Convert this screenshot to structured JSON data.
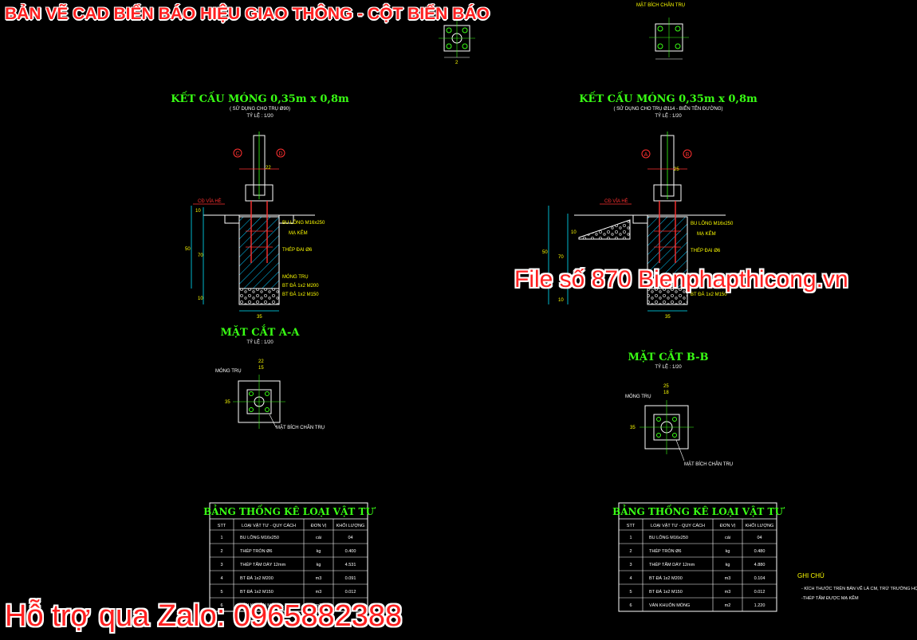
{
  "overlays": {
    "title": "BẢN VẼ CAD BIỂN BÁO HIỆU GIAO THÔNG - CỘT BIỂN BÁO",
    "file_tag": "File số 870   Bienphapthicong.vn",
    "zalo": "Hỗ trợ qua Zalo: 0965882388"
  },
  "top_detail": {
    "title": "MẶT BÍCH CHÂN TRỤ",
    "dim_label": "2"
  },
  "left": {
    "title": "KẾT CẤU MÓNG 0,35m x 0,8m",
    "subtitle": "( SỬ DỤNG CHO TRỤ Ø90)",
    "scale": "TỶ LỆ : 1/20",
    "section_marker_left": "C",
    "section_marker_right": "D",
    "grade_label": "CĐ VỈA HÈ",
    "dims": {
      "top": "22",
      "d1": "10",
      "d2": "50",
      "d3": "70",
      "d4": "10",
      "bottom": "35"
    },
    "labels": [
      "BU LÔNG M16x250",
      "MẠ KẼM",
      "THÉP ĐAI Ø6",
      "MÓNG TRỤ",
      "BT ĐÁ 1x2 M200",
      "BT ĐÁ 1x2 M150"
    ]
  },
  "right": {
    "title": "KẾT CẤU MÓNG 0,35m x 0,8m",
    "subtitle": "( SỬ DỤNG CHO TRỤ Ø114 - BIỂN TÊN ĐƯỜNG)",
    "scale": "TỶ LỆ : 1/20",
    "section_marker_left": "A",
    "section_marker_right": "B",
    "grade_label": "CĐ VỈA HÈ",
    "dims": {
      "top": "25",
      "d1": "10",
      "d2": "50",
      "d3": "70",
      "d4": "10",
      "bottom": "35"
    },
    "labels": [
      "BU LÔNG M16x250",
      "MẠ KẼM",
      "THÉP ĐAI Ø6",
      "BT ĐÁ 1x2 M150"
    ]
  },
  "section_a": {
    "title": "MẶT CẮT A-A",
    "scale": "TỶ LỆ : 1/20",
    "label_top": "MÓNG TRỤ",
    "label_bottom": "MẶT BÍCH CHÂN TRỤ",
    "dims": [
      "22",
      "15",
      "35"
    ]
  },
  "section_b": {
    "title": "MẶT CẮT B-B",
    "scale": "TỶ LỆ : 1/20",
    "label_top": "MÓNG TRỤ",
    "label_bottom": "MẶT BÍCH CHÂN TRỤ",
    "dims": [
      "25",
      "18",
      "35"
    ]
  },
  "table_left": {
    "title": "BẢNG THỐNG KÊ LOẠI VẬT TƯ",
    "headers": [
      "STT",
      "LOẠI VẬT TƯ - QUY CÁCH",
      "ĐƠN VỊ",
      "KHỐI LƯỢNG"
    ],
    "rows": [
      [
        "1",
        "BU LÔNG M16x250",
        "cái",
        "04"
      ],
      [
        "2",
        "THÉP TRÒN Ø6",
        "kg",
        "0.400"
      ],
      [
        "3",
        "THÉP TẤM DÀY 12mm",
        "kg",
        "4.531"
      ],
      [
        "4",
        "BT ĐÁ 1x2 M200",
        "m3",
        "0.091"
      ],
      [
        "5",
        "BT ĐÁ 1x2 M150",
        "m3",
        "0.012"
      ],
      [
        "6",
        "VÁN KHUÔN MÓNG",
        "m2",
        ""
      ]
    ]
  },
  "table_right": {
    "title": "BẢNG THỐNG KÊ LOẠI VẬT TƯ",
    "headers": [
      "STT",
      "LOẠI VẬT TƯ - QUY CÁCH",
      "ĐƠN VỊ",
      "KHỐI LƯỢNG"
    ],
    "rows": [
      [
        "1",
        "BU LÔNG M16x250",
        "cái",
        "04"
      ],
      [
        "2",
        "THÉP TRÒN Ø6",
        "kg",
        "0.480"
      ],
      [
        "3",
        "THÉP TẤM DÀY 12mm",
        "kg",
        "4.880"
      ],
      [
        "4",
        "BT ĐÁ 1x2 M200",
        "m3",
        "0.104"
      ],
      [
        "5",
        "BT ĐÁ 1x2 M150",
        "m3",
        "0.012"
      ],
      [
        "6",
        "VÁN KHUÔN MÓNG",
        "m2",
        "1.220"
      ]
    ]
  },
  "notes": {
    "title": "GHI CHÚ",
    "lines": [
      "- KÍCH THƯỚC TRÊN BẢN VẼ LÀ CM, TRỪ TRƯỜNG HỢP GHI CHÚ",
      "-THÉP TẤM ĐƯỢC MẠ KẼM"
    ]
  },
  "colors": {
    "background": "#000000",
    "cad_green": "#39ff14",
    "cad_yellow": "#ffff00",
    "cad_white": "#ffffff",
    "cad_red": "#ff3030",
    "cad_cyan": "#00e5ff",
    "overlay_red": "#ff2020"
  }
}
